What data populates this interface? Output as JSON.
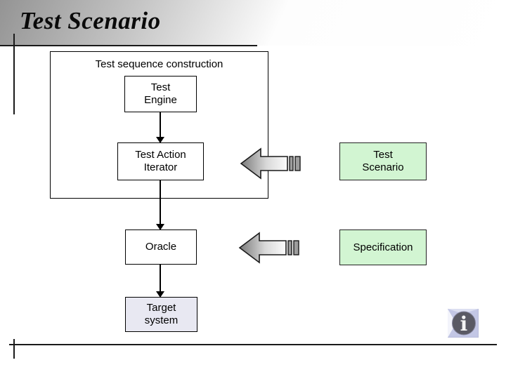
{
  "slide": {
    "title": "Test Scenario"
  },
  "diagram": {
    "container_label": "Test sequence construction",
    "nodes": {
      "test_engine": "Test\nEngine",
      "test_action_iterator": "Test Action\nIterator",
      "oracle": "Oracle",
      "target_system": "Target\nsystem",
      "test_scenario": "Test\nScenario",
      "specification": "Specification"
    },
    "colors": {
      "artifact_fill": "#d2f5d2",
      "target_system_fill": "#e8e8f2",
      "title_band_gray": "#949494",
      "arrow_gradient_dark": "#7a7a7a",
      "arrow_gradient_light": "#fbfbfb",
      "arrow_stripe_fill": "#9d9d9d",
      "info_button_bg": "#c3c7e5",
      "info_circle_fill": "#5a5a64"
    }
  },
  "footer": {
    "info_glyph": "i"
  }
}
